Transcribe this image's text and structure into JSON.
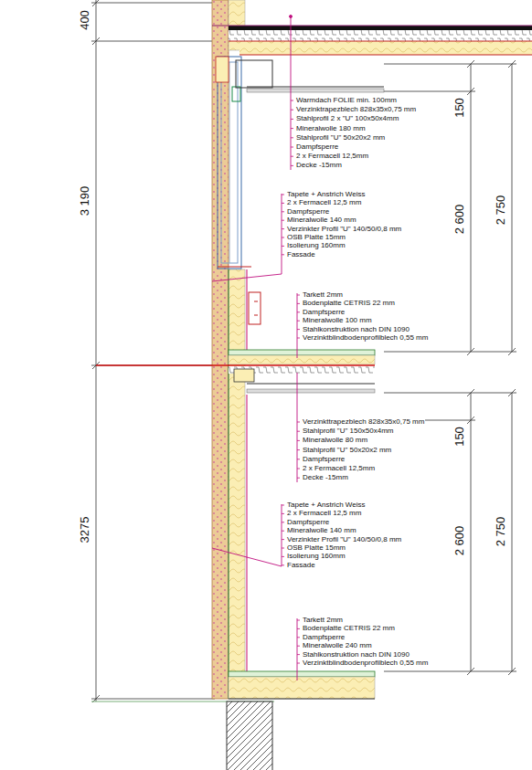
{
  "diagram": {
    "labels": [
      "400",
      "3 190",
      "3275",
      "150",
      "2 600",
      "2 750",
      "Warmdach FOLIE min. 100mm",
      "Verzinktrapezblech 828x35x0,75 mm",
      "Stahlprofil 2 x \"U\" 100x50x4mm",
      "Mineralwolle 180 mm",
      "Stahlprofil \"U\" 50x20x2 mm",
      "Dampfsperre",
      "2 x Fermacell 12,5mm",
      "Decke -15mm",
      "Tapete + Anstrich Weiss",
      "2 x Fermacell 12,5 mm",
      "Dampfsperre",
      "Mineralwolle 140 mm",
      "Verzinkter Profil \"U\" 140/50/0,8 mm",
      "OSB Platte 15mm",
      "Isolierung 160mm",
      "Fassade",
      "Tarkett 2mm",
      "Bodenplatte CETRIS 22 mm",
      "Dampfsperre",
      "Mineralwolle 100 mm",
      "Stahlkonstruktion nach DIN 1090",
      "Verzinktblindbodenprofilblech 0,55 mm",
      "Verzinkttrapezblech 828x35x0,75 mm",
      "Stahlprofil \"U\" 150x50x4mm",
      "Mineralwolle 80 mm",
      "Stahlprofil \"U\" 50x20x2 mm",
      "Dampfsperre",
      "2 x Fermacell 12,5mm",
      "Decke -15mm",
      "150",
      "2 600",
      "2 750",
      "Tapete + Anstrich Weiss",
      "2 x Fermacell 12,5 mm",
      "Dampfsperre",
      "Mineralwolle 140 mm",
      "Verzinkter Profil \"U\" 140/50/0,8 mm",
      "OSB Platte 15mm",
      "Isolierung 160mm",
      "Fassade",
      "Tarkett 2mm",
      "Bodenplatte CETRIS 22 mm",
      "Dampfsperre",
      "Mineralwolle 240 mm",
      "Stahlkonstruktion nach DIN 1090",
      "Verzinktblindbodenprofilblech 0,55 mm"
    ]
  }
}
